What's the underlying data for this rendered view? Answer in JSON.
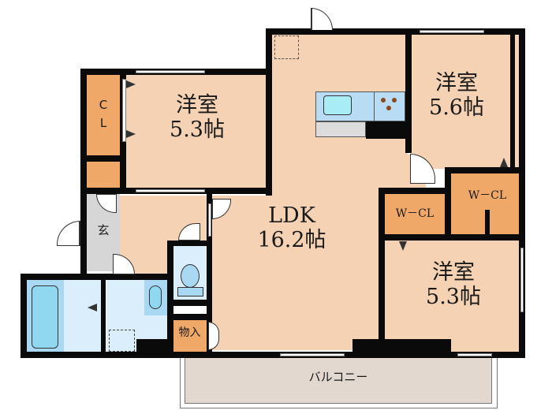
{
  "floor_plan": {
    "rooms": [
      {
        "id": "western-room-1",
        "name": "洋室",
        "size": "5.3帖"
      },
      {
        "id": "western-room-2",
        "name": "洋室",
        "size": "5.6帖"
      },
      {
        "id": "western-room-3",
        "name": "洋室",
        "size": "5.3帖"
      },
      {
        "id": "ldk",
        "name": "LDK",
        "size": "16.2帖"
      }
    ],
    "closets": {
      "cl": "C\nL",
      "wcl_1": "W－CL",
      "wcl_2": "W－CL",
      "storage": "物入"
    },
    "entrance": "玄",
    "balcony": "バルコニー",
    "colors": {
      "room": "#f4d2b3",
      "closet": "#f0a869",
      "wet_area": "#dbeefb",
      "fixture": "#a9d8f2",
      "entrance": "#d6d6d6",
      "balcony": "#e3d8cf",
      "wall": "#0a0a0a"
    }
  }
}
